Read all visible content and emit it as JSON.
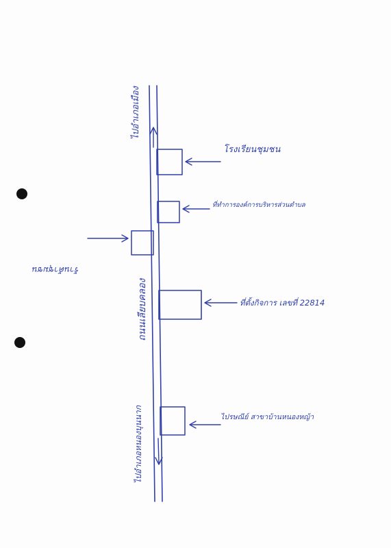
{
  "colors": {
    "ink": "#2f3fa8",
    "hole": "#111111",
    "paper": "#fdfdfd"
  },
  "road": {
    "name": "ถนนเลียบคลอง",
    "top_direction": "ไปอำเภอเมือง",
    "bottom_direction": "ไปอำเภอหนองบุนนาก"
  },
  "places": [
    {
      "label": "โรงเรียนชุมชน",
      "side": "right"
    },
    {
      "label": "ที่ทำการองค์การบริหารส่วนตำบล",
      "side": "right"
    },
    {
      "label": "ร้านค้าชุมชน",
      "side": "left"
    },
    {
      "label": "ที่ตั้งกิจการ เลขที่ 22814",
      "side": "right",
      "highlight": true
    },
    {
      "label": "ไปรษณีย์ สาขาบ้านหนองหญ้า",
      "side": "right"
    }
  ]
}
